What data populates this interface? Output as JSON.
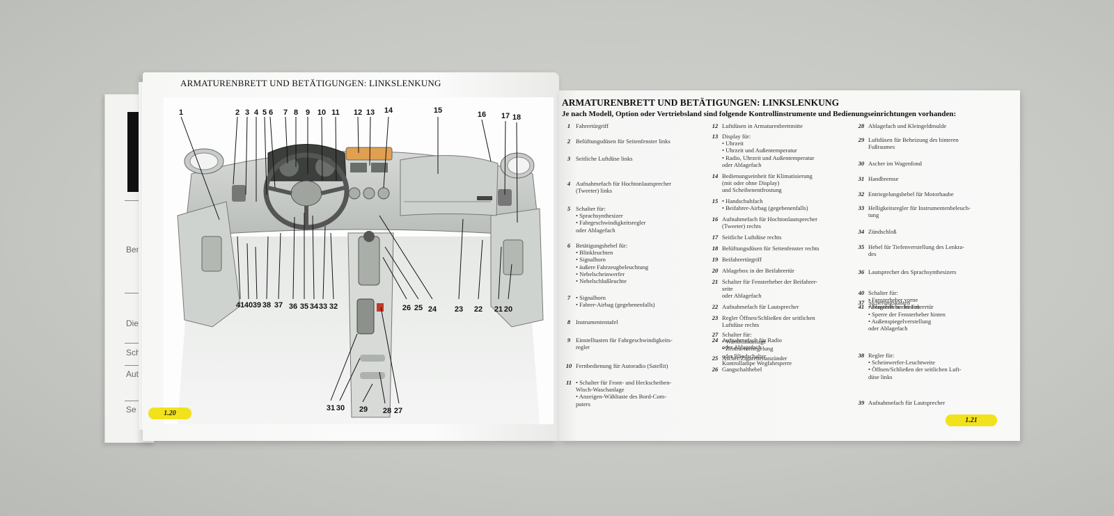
{
  "left_page": {
    "title": "ARMATURENBRETT UND BETÄTIGUNGEN: LINKSLENKUNG",
    "page_number": "1.20",
    "callouts_top": [
      "1",
      "2",
      "3",
      "4",
      "5",
      "6",
      "7",
      "8",
      "9",
      "10",
      "11",
      "12",
      "13",
      "14",
      "15",
      "16",
      "17",
      "18"
    ],
    "callouts_bottom": [
      "41",
      "40",
      "39",
      "38",
      "37",
      "36",
      "35",
      "34",
      "33",
      "32",
      "24",
      "23",
      "22",
      "21",
      "20",
      "26",
      "25"
    ],
    "callouts_console": [
      "31",
      "30",
      "29",
      "28",
      "27"
    ]
  },
  "under_page": {
    "fragments": [
      "Ben",
      "Die",
      "Sch",
      "Aut",
      "Se"
    ]
  },
  "right_page": {
    "title": "ARMATURENBRETT UND BETÄTIGUNGEN: LINKSLENKUNG",
    "subtitle": "Je nach Modell, Option oder Vertriebsland sind folgende Kontrollinstrumente und Bedienungseinrichtungen vorhanden:",
    "page_number": "1.21",
    "items_col1": [
      {
        "num": "1",
        "lines": [
          "Fahrertürgriff"
        ]
      },
      {
        "num": "2",
        "lines": [
          "Belüftungsdüsen für Seitenfenster links"
        ]
      },
      {
        "num": "3",
        "lines": [
          "Seitliche Luftdüse links"
        ]
      },
      {
        "num": "4",
        "lines": [
          "Aufnahmefach für Hochtonlautsprecher",
          "(Tweeter) links"
        ]
      },
      {
        "num": "5",
        "lines": [
          "Schalter für:",
          "• Sprachsynthesizer",
          "• Fahrgeschwindigkeitsregler",
          "oder Ablagefach"
        ]
      },
      {
        "num": "6",
        "lines": [
          "Betätigungshebel für:",
          "• Blinkleuchten",
          "• Signalhorn",
          "• äußere Fahrzeugbeleuchtung",
          "• Nebelscheinwerfer",
          "• Nebelschlußleuchte"
        ]
      },
      {
        "num": "7",
        "lines": [
          "• Signalhorn",
          "• Fahrer-Airbag (gegebenenfalls)"
        ]
      },
      {
        "num": "8",
        "lines": [
          "Instrumententafel"
        ]
      },
      {
        "num": "9",
        "lines": [
          "Einstelltasten für Fahrgeschwindigkeits-",
          "regler"
        ]
      },
      {
        "num": "10",
        "lines": [
          "Fernbedienung für Autoradio (Satellit)"
        ]
      },
      {
        "num": "11",
        "lines": [
          "• Schalter für Front- und Heckscheiben-",
          "Wisch-Waschanlage",
          "• Anzeigen-Wähltaste des Bord-Com-",
          "puters"
        ]
      }
    ],
    "items_col2": [
      {
        "num": "12",
        "lines": [
          "Luftdüsen in Armaturenbrettmitte"
        ]
      },
      {
        "num": "13",
        "lines": [
          "Display für:",
          "• Uhrzeit",
          "• Uhrzeit und Außentemperatur",
          "• Radio, Uhrzeit und Außentemperatur",
          "oder Ablagefach"
        ]
      },
      {
        "num": "14",
        "lines": [
          "Bedienungseinheit für Klimatisierung",
          "(mit oder ohne Display)",
          "und Scheibenentfrostung"
        ]
      },
      {
        "num": "15",
        "lines": [
          "• Handschuhfach",
          "• Beifahrer-Airbag (gegebenenfalls)"
        ]
      },
      {
        "num": "16",
        "lines": [
          "Aufnahmefach für Hochtonlautsprecher",
          "(Tweeter) rechts"
        ]
      },
      {
        "num": "17",
        "lines": [
          "Seitliche Luftdüse rechts"
        ]
      },
      {
        "num": "18",
        "lines": [
          "Belüftungsdüsen für Seitenfenster rechts"
        ]
      },
      {
        "num": "19",
        "lines": [
          "Beifahrertürgriff"
        ]
      },
      {
        "num": "20",
        "lines": [
          "Ablagebox in der Beifahrertür"
        ]
      },
      {
        "num": "21",
        "lines": [
          "Schalter für Fensterheber der Beifahrer-",
          "seite",
          "oder Ablagefach"
        ]
      },
      {
        "num": "22",
        "lines": [
          "Aufnahmefach für Lautsprecher"
        ]
      },
      {
        "num": "23",
        "lines": [
          "Regler Öffnen/Schließen der seitlichen",
          "Luftdüse rechts"
        ]
      },
      {
        "num": "24",
        "lines": [
          "Aufnahmefach für Radio",
          "oder Ablagefach"
        ]
      },
      {
        "num": "25",
        "lines": [
          "Ascher/Zigarettenanzünder"
        ]
      },
      {
        "num": "26",
        "lines": [
          "Gangschalthebel"
        ]
      },
      {
        "num": "27",
        "lines": [
          "Schalter für:",
          "• Warnblinkanlage",
          "• Zentralverriegelung",
          "oder Blindschalter",
          "Kontrollampe Wegfahrsperre"
        ]
      }
    ],
    "items_col3": [
      {
        "num": "28",
        "lines": [
          "Ablagefach und Kleingeldmulde"
        ]
      },
      {
        "num": "29",
        "lines": [
          "Luftdüsen für Beheizung des hinteren",
          "Fußraumes"
        ]
      },
      {
        "num": "30",
        "lines": [
          "Ascher im Wagenfond"
        ]
      },
      {
        "num": "31",
        "lines": [
          "Handbremse"
        ]
      },
      {
        "num": "32",
        "lines": [
          "Entriegelungshebel für Motorhaube"
        ]
      },
      {
        "num": "33",
        "lines": [
          "Helligkeitsregler für Instrumentenbeleuch-",
          "tung"
        ]
      },
      {
        "num": "34",
        "lines": [
          "Zündschloß"
        ]
      },
      {
        "num": "35",
        "lines": [
          "Hebel für Tiefenverstellung des Lenkra-",
          "des"
        ]
      },
      {
        "num": "36",
        "lines": [
          "Lautsprecher des Sprachsynthesizers"
        ]
      },
      {
        "num": "37",
        "lines": [
          "Sicherungskasten"
        ]
      },
      {
        "num": "38",
        "lines": [
          "Regler für:",
          "• Scheinwerfer-Leuchtweite",
          "• Öffnen/Schließen der seitlichen Luft-",
          "düse links"
        ]
      },
      {
        "num": "39",
        "lines": [
          "Aufnahmefach für Lautsprecher"
        ]
      },
      {
        "num": "40",
        "lines": [
          "Schalter für:",
          "• Fensterheber vorne",
          "• Fensterheber hinten",
          "• Sperre der Fensterheber hinten",
          "• Außenspiegelverstellung",
          "oder Ablagefach"
        ]
      },
      {
        "num": "41",
        "lines": [
          "Ablagebox in der Fahrertür"
        ]
      }
    ]
  },
  "colors": {
    "tab_yellow": "#f2e21b",
    "background": "#c9cbc7",
    "paper": "#f9f9f8"
  }
}
